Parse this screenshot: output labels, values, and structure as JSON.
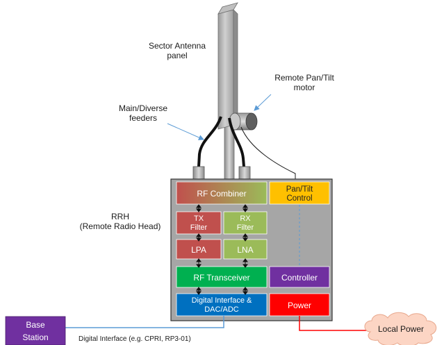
{
  "labels": {
    "antenna_line1": "Sector Antenna",
    "antenna_line2": "panel",
    "motor_line1": "Remote Pan/Tilt",
    "motor_line2": "motor",
    "feeders_line1": "Main/Diverse",
    "feeders_line2": "feeders",
    "rrh_line1": "RRH",
    "rrh_line2": "(Remote Radio Head)",
    "digital_interface_caption": "Digital Interface (e.g. CPRI, RP3-01)"
  },
  "blocks": {
    "rf_combiner": "RF Combiner",
    "pantilt_line1": "Pan/Tilt",
    "pantilt_line2": "Control",
    "tx_filter_line1": "TX",
    "tx_filter_line2": "Filter",
    "rx_filter_line1": "RX",
    "rx_filter_line2": "Filter",
    "lpa": "LPA",
    "lna": "LNA",
    "rf_transceiver": "RF Transceiver",
    "controller": "Controller",
    "digital_line1": "Digital Interface &",
    "digital_line2": "DAC/ADC",
    "power": "Power"
  },
  "external": {
    "base_station_line1": "Base",
    "base_station_line2": "Station",
    "local_power": "Local Power"
  },
  "colors": {
    "rf_combiner_start": "#c0504d",
    "rf_combiner_end": "#9bbb59",
    "pantilt": "#ffc000",
    "tx_red": "#c0504d",
    "rx_green": "#9bbb59",
    "transceiver": "#00b050",
    "controller": "#7030a0",
    "digital": "#0070c0",
    "power": "#ff0000",
    "base_station": "#7030a0",
    "local_power_cloud": "#fcd5c4",
    "housing": "#a6a6a6",
    "digital_link": "#5b9bd5",
    "power_link": "#ff0000"
  }
}
